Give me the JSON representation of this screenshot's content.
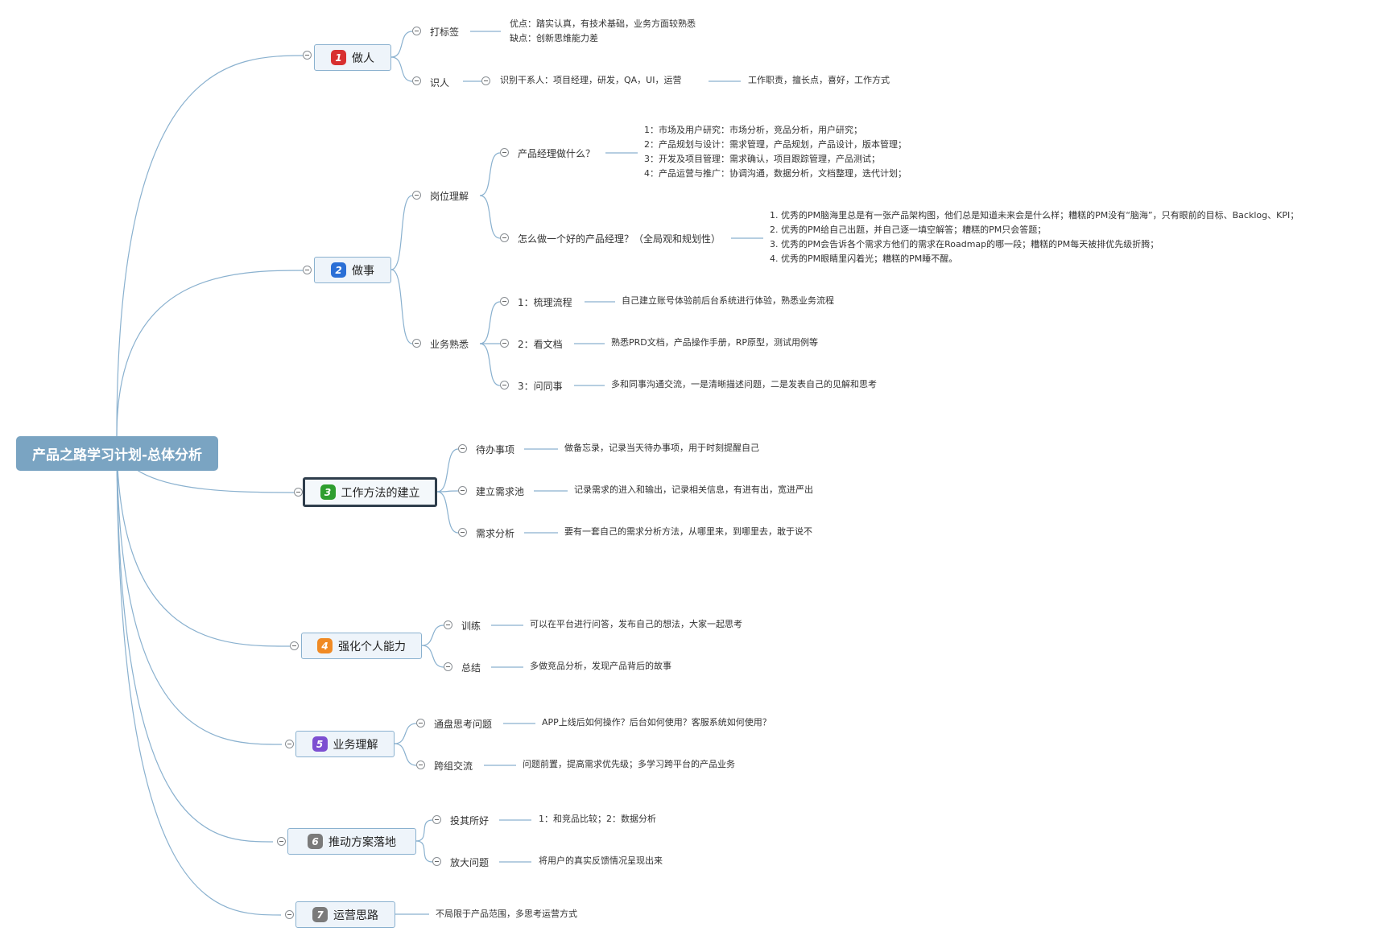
{
  "colors": {
    "root_bg": "#7aa4c2",
    "branch_line": "#8ab1cf",
    "node_bg": "#eef4fa"
  },
  "root": {
    "label": "产品之路学习计划-总体分析"
  },
  "branches": [
    {
      "num": "1",
      "color": "#d83030",
      "label": "做人",
      "subs": [
        {
          "label": "打标签",
          "leaf": "优点：踏实认真，有技术基础，业务方面较熟悉\n缺点：创新思维能力差"
        },
        {
          "label": "识人",
          "mid": "识别干系人：项目经理，研发，QA，UI，运营",
          "leaf": "工作职责，擅长点，喜好，工作方式"
        }
      ]
    },
    {
      "num": "2",
      "color": "#2a6fd6",
      "label": "做事",
      "subs": [
        {
          "label": "岗位理解",
          "children": [
            {
              "label": "产品经理做什么？",
              "leaf": "1：市场及用户研究：市场分析，竞品分析，用户研究；\n2：产品规划与设计：需求管理，产品规划，产品设计，版本管理；\n3：开发及项目管理：需求确认，项目跟踪管理，产品测试；\n4：产品运营与推广：协调沟通，数据分析，文档整理，迭代计划；"
            },
            {
              "label": "怎么做一个好的产品经理？（全局观和规划性）",
              "leaf": "1. 优秀的PM脑海里总是有一张产品架构图，他们总是知道未来会是什么样；糟糕的PM没有“脑海”，只有眼前的目标、Backlog、KPI；\n2. 优秀的PM给自己出题，并自己逐一填空解答；糟糕的PM只会答题；\n3. 优秀的PM会告诉各个需求方他们的需求在Roadmap的哪一段；糟糕的PM每天被排优先级折腾；\n4. 优秀的PM眼睛里闪着光；糟糕的PM睡不醒。"
            }
          ]
        },
        {
          "label": "业务熟悉",
          "children": [
            {
              "label": "1：梳理流程",
              "leaf": "自己建立账号体验前后台系统进行体验，熟悉业务流程"
            },
            {
              "label": "2：看文档",
              "leaf": "熟悉PRD文档，产品操作手册，RP原型，测试用例等"
            },
            {
              "label": "3：问同事",
              "leaf": "多和同事沟通交流，一是清晰描述问题，二是发表自己的见解和思考"
            }
          ]
        }
      ]
    },
    {
      "num": "3",
      "color": "#2f9e2f",
      "label": "工作方法的建立",
      "subs": [
        {
          "label": "待办事项",
          "leaf": "做备忘录，记录当天待办事项，用于时刻提醒自己"
        },
        {
          "label": "建立需求池",
          "leaf": "记录需求的进入和输出，记录相关信息，有进有出，宽进严出"
        },
        {
          "label": "需求分析",
          "leaf": "要有一套自己的需求分析方法，从哪里来，到哪里去，敢于说不"
        }
      ]
    },
    {
      "num": "4",
      "color": "#f08a24",
      "label": "强化个人能力",
      "subs": [
        {
          "label": "训练",
          "leaf": "可以在平台进行问答，发布自己的想法，大家一起思考"
        },
        {
          "label": "总结",
          "leaf": "多做竞品分析，发现产品背后的故事"
        }
      ]
    },
    {
      "num": "5",
      "color": "#7d4fd1",
      "label": "业务理解",
      "subs": [
        {
          "label": "通盘思考问题",
          "leaf": "APP上线后如何操作？后台如何使用？客服系统如何使用？"
        },
        {
          "label": "跨组交流",
          "leaf": "问题前置，提高需求优先级；多学习跨平台的产品业务"
        }
      ]
    },
    {
      "num": "6",
      "color": "#7a7a7a",
      "label": "推动方案落地",
      "subs": [
        {
          "label": "投其所好",
          "leaf": "1：和竞品比较；2：数据分析"
        },
        {
          "label": "放大问题",
          "leaf": "将用户的真实反馈情况呈现出来"
        }
      ]
    },
    {
      "num": "7",
      "color": "#7a7a7a",
      "label": "运营思路",
      "leaf": "不局限于产品范围，多思考运营方式"
    }
  ]
}
